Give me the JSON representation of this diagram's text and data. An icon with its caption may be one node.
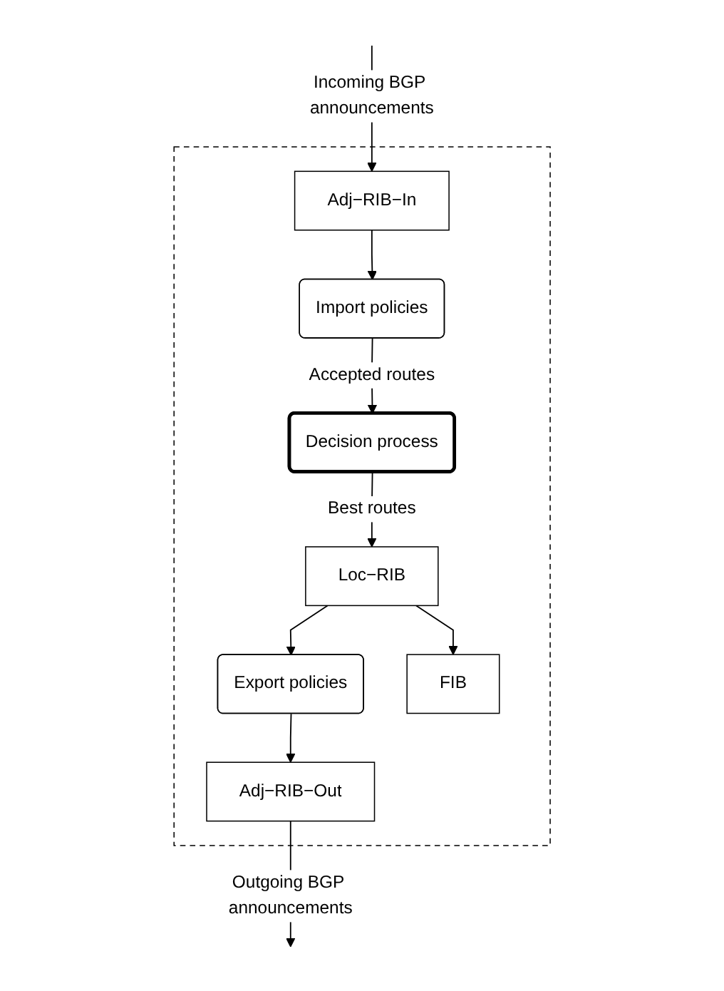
{
  "diagram": {
    "nodes": [
      {
        "text": [],
        "shape": "box"
      },
      {
        "text": [
          "Adj−RIB−In"
        ],
        "in": 0
      },
      {
        "text": [
          "Import policies"
        ],
        "in": 0
      },
      {
        "text": [
          "Decision process"
        ],
        "in": 0
      },
      {
        "text": [
          "Loc−RIB"
        ],
        "in": 0
      },
      {
        "text": [
          "Export policies"
        ],
        "in": 0
      },
      {
        "text": [
          "FIB"
        ],
        "in": 0
      },
      {
        "text": [
          "Adj−RIB−Out"
        ],
        "in": 0
      }
    ],
    "edges": [
      {
        "from": null,
        "to": 1,
        "arrow": "to",
        "label": "Incoming BGP announcements"
      },
      {
        "from": 1,
        "to": 2,
        "arrow": "to"
      },
      {
        "from": 2,
        "to": 3,
        "arrow": "to",
        "label": "Accepted routes"
      },
      {
        "from": 3,
        "to": 4,
        "arrow": "to",
        "label": "Best routes"
      },
      {
        "from": 4,
        "to": 6,
        "arrow": "to"
      },
      {
        "from": 4,
        "to": 5,
        "arrow": "to"
      },
      {
        "from": 5,
        "to": 7,
        "arrow": "to"
      },
      {
        "from": 7,
        "to": null,
        "arrow": "to",
        "label": "Outgoing BGP announcements"
      }
    ]
  }
}
